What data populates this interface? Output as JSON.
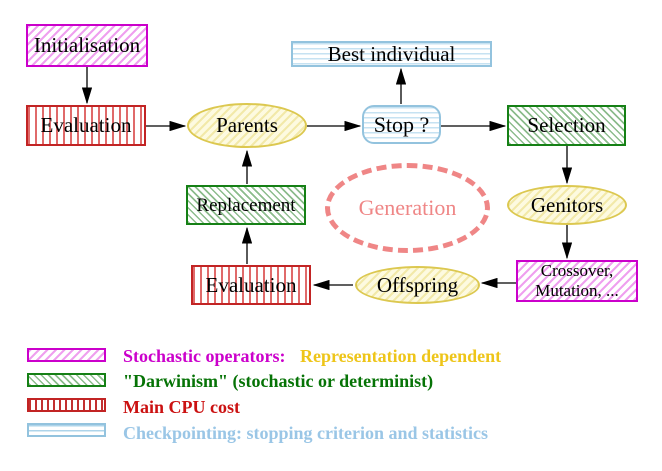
{
  "diagram": {
    "title_implicit": "Evolutionary algorithm generation loop",
    "nodes": {
      "initialisation": {
        "label": "Initialisation",
        "style": "magenta-hatch"
      },
      "evaluation_top": {
        "label": "Evaluation",
        "style": "red-vertical-stripes"
      },
      "parents": {
        "label": "Parents",
        "style": "yellow-ellipse"
      },
      "best_individual": {
        "label": "Best individual",
        "style": "cyan-horizontal-stripes"
      },
      "stop": {
        "label": "Stop ?",
        "style": "cyan-horizontal-stripes-rounded"
      },
      "selection": {
        "label": "Selection",
        "style": "green-hatch"
      },
      "replacement": {
        "label": "Replacement",
        "style": "green-hatch"
      },
      "generation": {
        "label": "Generation",
        "style": "dashed-salmon-ellipse"
      },
      "genitors": {
        "label": "Genitors",
        "style": "yellow-ellipse"
      },
      "crossover_mutation": {
        "label_line1": "Crossover,",
        "label_line2": "Mutation, ...",
        "style": "magenta-hatch"
      },
      "evaluation_bottom": {
        "label": "Evaluation",
        "style": "red-vertical-stripes"
      },
      "offspring": {
        "label": "Offspring",
        "style": "yellow-ellipse"
      }
    },
    "edges": [
      "initialisation->evaluation_top",
      "evaluation_top->parents",
      "parents->stop",
      "stop->best_individual",
      "stop->selection",
      "selection->genitors",
      "genitors->crossover_mutation",
      "crossover_mutation->offspring",
      "offspring->evaluation_bottom",
      "evaluation_bottom->replacement",
      "replacement->parents"
    ],
    "colors": {
      "magenta_border": "#cb00cb",
      "magenta_hatch": "#efa0ef",
      "red_border": "#c22424",
      "red_stripe": "#e06a6a",
      "green_border": "#158015",
      "green_hatch": "#8cbc8c",
      "cyan_border": "#93c3de",
      "cyan_stripe": "#c6e2f2",
      "yellow_border": "#dcc850",
      "yellow_fill": "#fdfae0",
      "generation_dash": "#ef8686",
      "arrow": "#000000"
    }
  },
  "legend": {
    "items": [
      {
        "name": "stochastic-operators",
        "swatch": "magenta-hatch",
        "text": "Stochastic operators:",
        "text_color": "#cb00cb",
        "text2": "Representation dependent",
        "text2_color": "#eec519"
      },
      {
        "name": "darwinism",
        "swatch": "green-hatch",
        "text": "\"Darwinism\" (stochastic or determinist)",
        "text_color": "#067306"
      },
      {
        "name": "main-cpu-cost",
        "swatch": "red-vertical-stripes",
        "text": "Main CPU cost",
        "text_color": "#cb1111"
      },
      {
        "name": "checkpointing",
        "swatch": "cyan-horizontal-stripes",
        "text": "Checkpointing: stopping criterion and statistics",
        "text_color": "#9ac6e6"
      }
    ]
  }
}
